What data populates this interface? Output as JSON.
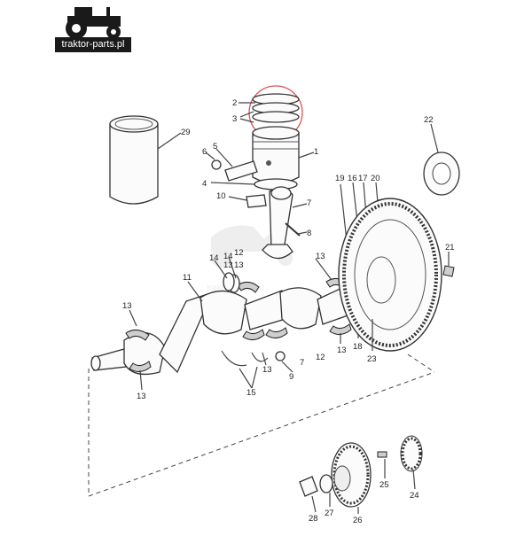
{
  "logo": {
    "text": "traktor-parts.pl",
    "icon": "tractor-icon"
  },
  "watermark": {
    "text": "traktor-parts.pl",
    "icon": "tractor-icon"
  },
  "callouts": [
    {
      "id": "c1",
      "label": "1"
    },
    {
      "id": "c2",
      "label": "2"
    },
    {
      "id": "c3",
      "label": "3"
    },
    {
      "id": "c4",
      "label": "4"
    },
    {
      "id": "c5",
      "label": "5"
    },
    {
      "id": "c6",
      "label": "6"
    },
    {
      "id": "c7a",
      "label": "7"
    },
    {
      "id": "c7b",
      "label": "7"
    },
    {
      "id": "c8",
      "label": "8"
    },
    {
      "id": "c9",
      "label": "9"
    },
    {
      "id": "c10",
      "label": "10"
    },
    {
      "id": "c11",
      "label": "11"
    },
    {
      "id": "c12a",
      "label": "12"
    },
    {
      "id": "c12b",
      "label": "12"
    },
    {
      "id": "c13a",
      "label": "13"
    },
    {
      "id": "c13b",
      "label": "13"
    },
    {
      "id": "c13c",
      "label": "13"
    },
    {
      "id": "c13d",
      "label": "13"
    },
    {
      "id": "c13e",
      "label": "13"
    },
    {
      "id": "c13f",
      "label": "13"
    },
    {
      "id": "c13g",
      "label": "13"
    },
    {
      "id": "c14a",
      "label": "14"
    },
    {
      "id": "c14b",
      "label": "14"
    },
    {
      "id": "c15",
      "label": "15"
    },
    {
      "id": "c16",
      "label": "16"
    },
    {
      "id": "c17",
      "label": "17"
    },
    {
      "id": "c18",
      "label": "18"
    },
    {
      "id": "c19",
      "label": "19"
    },
    {
      "id": "c20",
      "label": "20"
    },
    {
      "id": "c21",
      "label": "21"
    },
    {
      "id": "c22",
      "label": "22"
    },
    {
      "id": "c23",
      "label": "23"
    },
    {
      "id": "c24",
      "label": "24"
    },
    {
      "id": "c25",
      "label": "25"
    },
    {
      "id": "c26",
      "label": "26"
    },
    {
      "id": "c27",
      "label": "27"
    },
    {
      "id": "c28",
      "label": "28"
    },
    {
      "id": "c29",
      "label": "29"
    }
  ],
  "highlight_color": "#d9534f"
}
